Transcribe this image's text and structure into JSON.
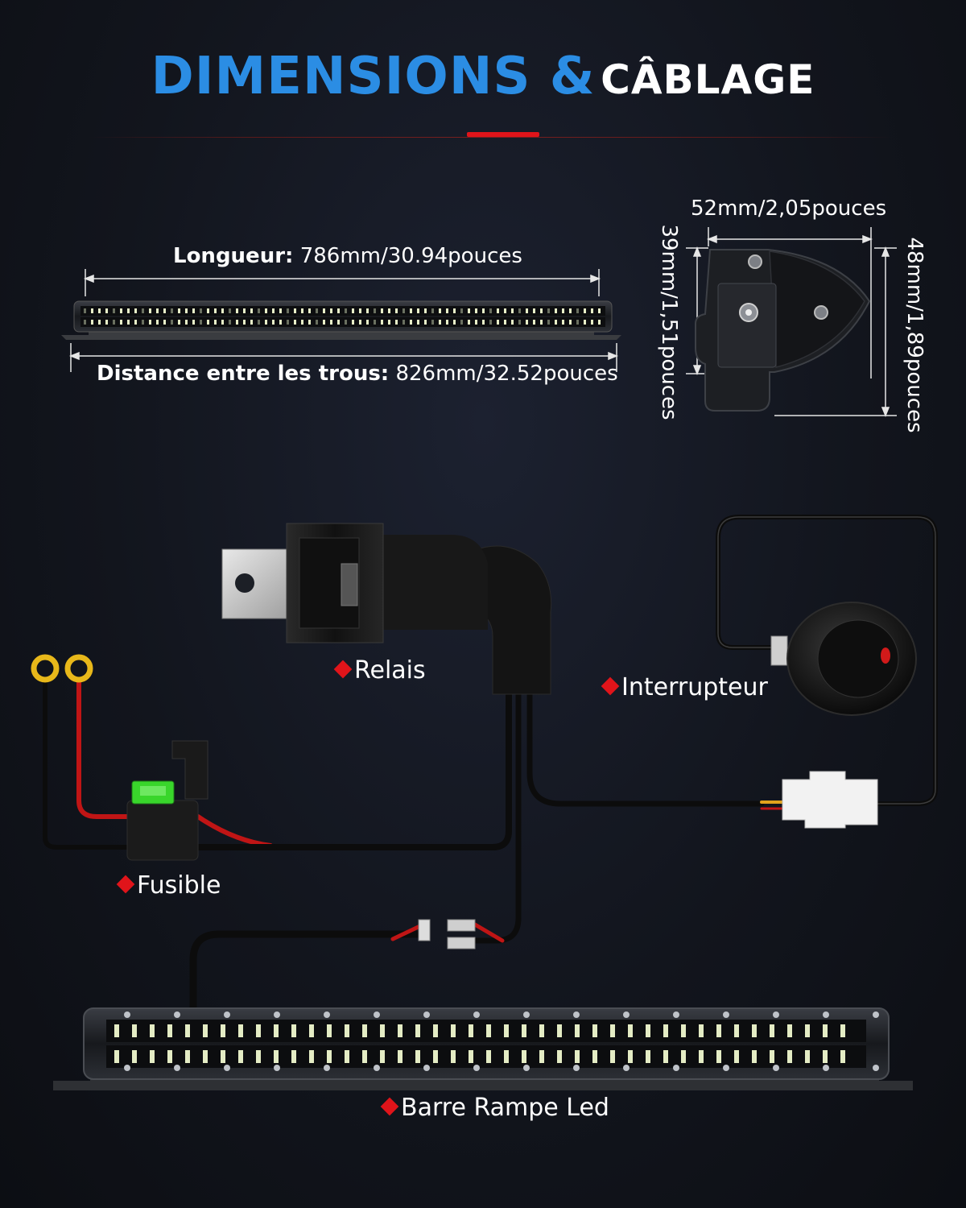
{
  "title": {
    "part1": "DIMENSIONS &",
    "part2": "CÂBLAGE"
  },
  "dimensions": {
    "length_label": "Longueur:",
    "length_value": "786mm/30.94pouces",
    "holes_label": "Distance entre les trous:",
    "holes_value": "826mm/32.52pouces",
    "width": "52mm/2,05pouces",
    "height_inner": "39mm/1,51pouces",
    "height_outer": "48mm/1,89pouces"
  },
  "components": {
    "relay": "Relais",
    "switch": "Interrupteur",
    "fuse": "Fusible",
    "light_bar": "Barre Rampe Led"
  },
  "colors": {
    "accent_blue": "#2b8de4",
    "accent_red": "#e0141a",
    "fuse_green": "#39d62b"
  }
}
